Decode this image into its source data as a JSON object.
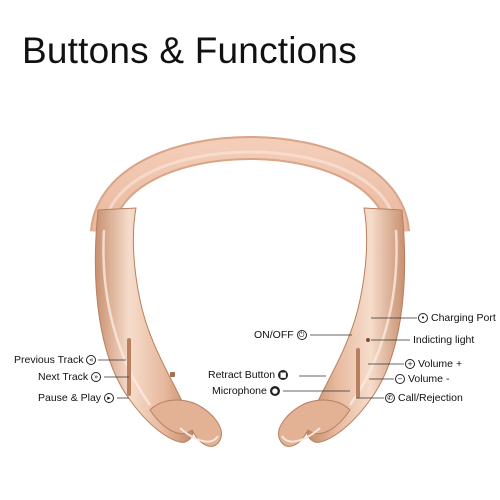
{
  "title": "Buttons & Functions",
  "colors": {
    "gold_light": "#f6dccb",
    "gold_mid": "#e7b99e",
    "gold_dark": "#c8906f",
    "band": "#f0c4ad",
    "leader": "#333333"
  },
  "labels": {
    "on_off": "ON/OFF",
    "charging_port": "Charging Port",
    "indicating_light": "Indicting light",
    "previous_track": "Previous Track",
    "next_track": "Next Track",
    "pause_play": "Pause & Play",
    "retract_button": "Retract Button",
    "microphone": "Microphone",
    "volume_up": "Volume +",
    "volume_down": "Volume -",
    "call_rejection": "Call/Rejection"
  },
  "icons": {
    "on_off": "power-icon",
    "charging_port": "plug-icon",
    "previous_track": "rewind-icon",
    "next_track": "fast-forward-icon",
    "pause_play": "play-pause-icon",
    "retract_button": "cable-reel-icon",
    "microphone": "microphone-icon",
    "volume_up": "plus-icon",
    "volume_down": "minus-icon",
    "call_rejection": "phone-icon"
  }
}
